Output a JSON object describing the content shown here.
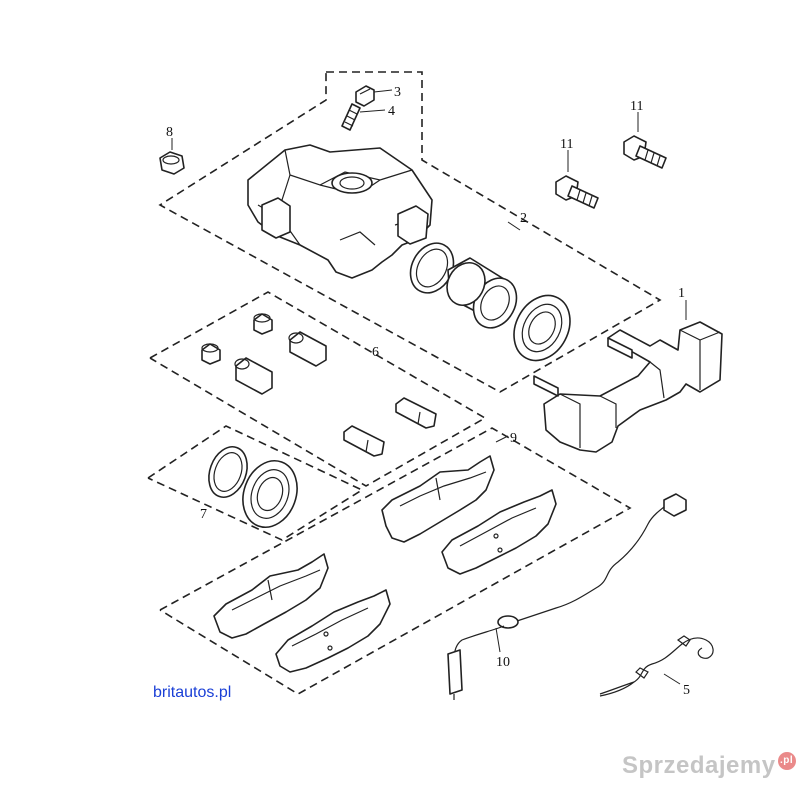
{
  "callouts": {
    "c1": "1",
    "c2": "2",
    "c3": "3",
    "c4": "4",
    "c5": "5",
    "c6": "6",
    "c7": "7",
    "c8": "8",
    "c9": "9",
    "c10": "10",
    "c11a": "11",
    "c11b": "11"
  },
  "source_label": "britautos.pl",
  "watermark": {
    "text": "Sprzedajemy",
    "badge": ".pl"
  }
}
